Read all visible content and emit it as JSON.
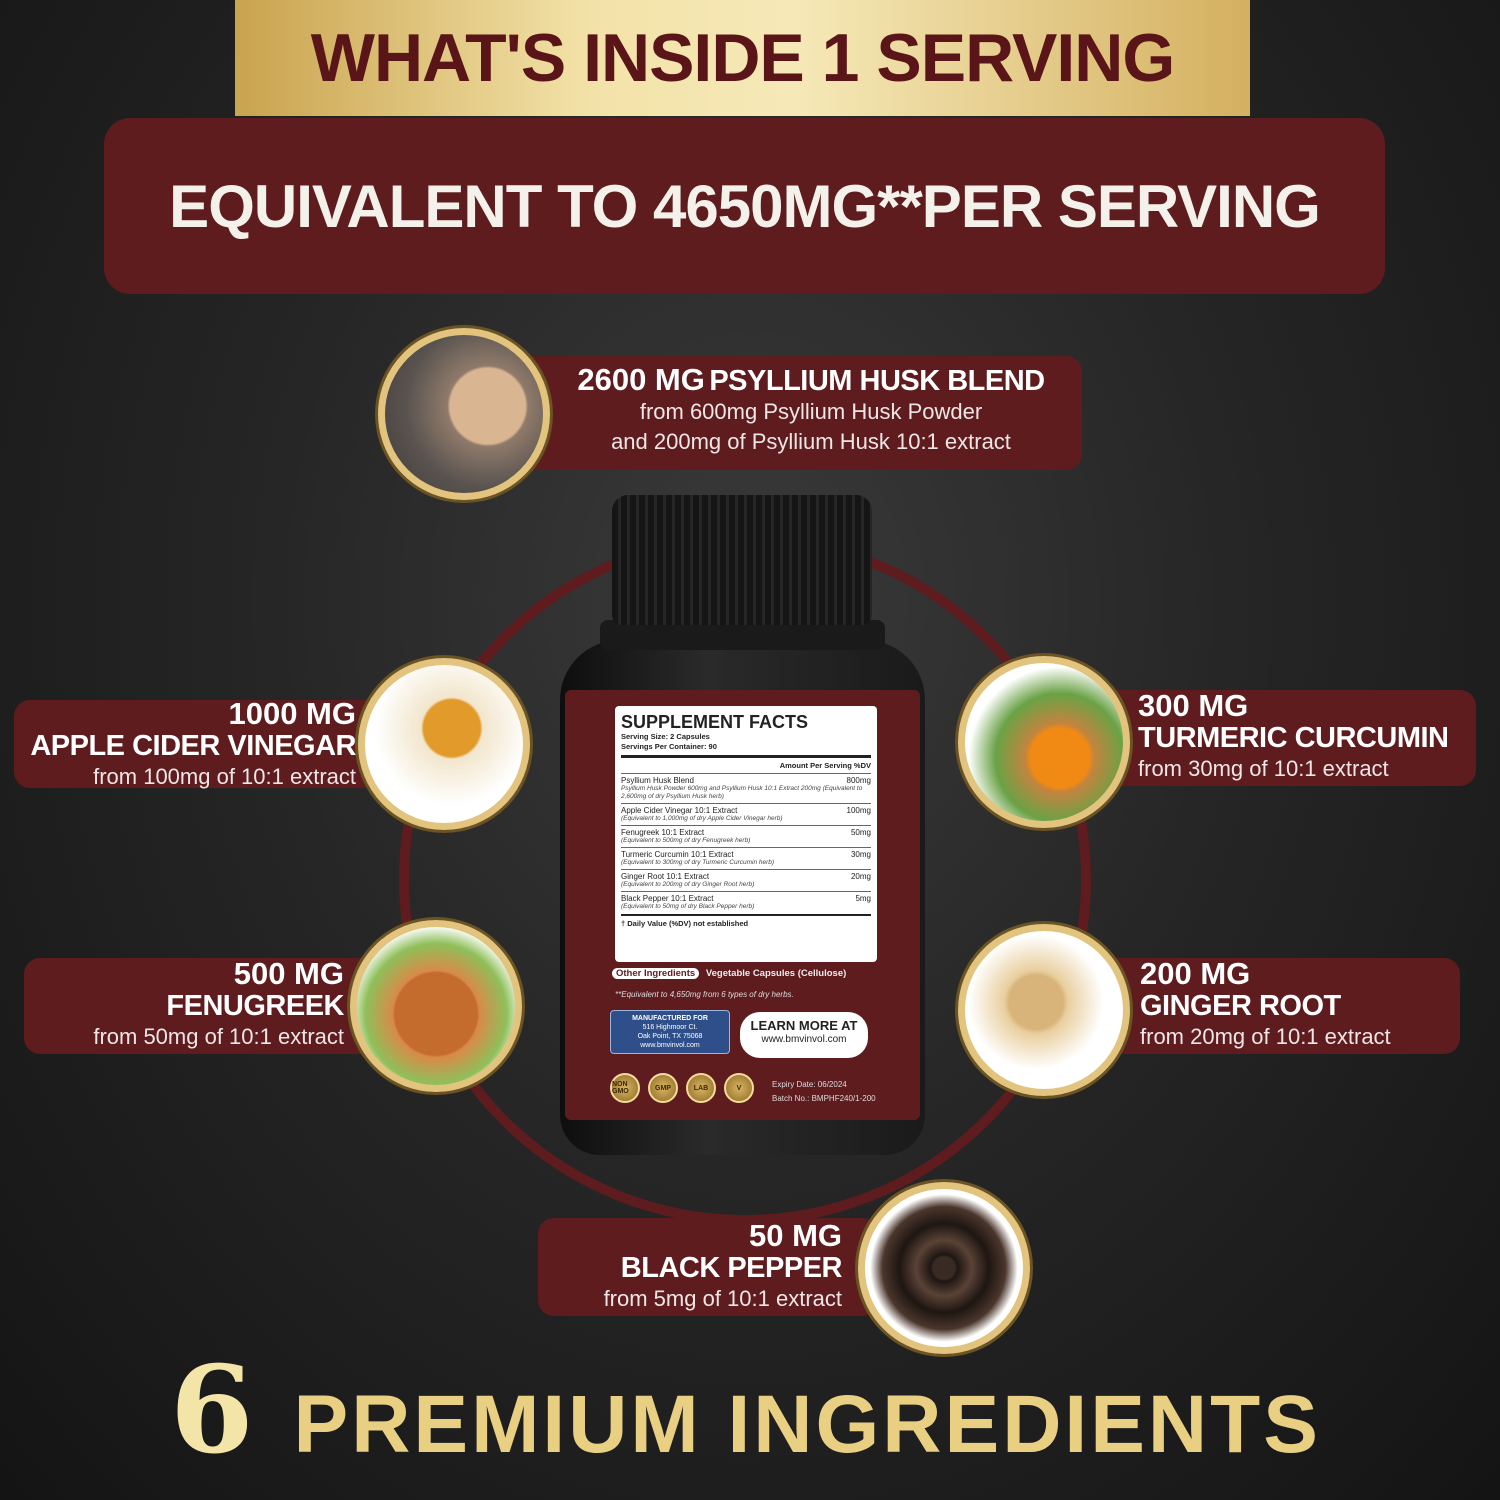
{
  "header": {
    "title": "WHAT'S INSIDE 1 SERVING",
    "equivalent": "EQUIVALENT TO 4650MG**PER SERVING"
  },
  "ingredients": {
    "psyllium": {
      "amount": "2600 MG",
      "name": "PSYLLIUM HUSK BLEND",
      "from_line1": "from 600mg Psyllium Husk Powder",
      "from_line2": "and 200mg of Psyllium Husk 10:1 extract"
    },
    "acv": {
      "amount": "1000 MG",
      "name": "APPLE CIDER VINEGAR",
      "from": "from 100mg of 10:1 extract"
    },
    "fenugreek": {
      "amount": "500 MG",
      "name": "FENUGREEK",
      "from": "from 50mg of 10:1 extract"
    },
    "turmeric": {
      "amount": "300 MG",
      "name": "TURMERIC CURCUMIN",
      "from": "from 30mg of 10:1 extract"
    },
    "ginger": {
      "amount": "200 MG",
      "name": "GINGER ROOT",
      "from": "from 20mg of 10:1 extract"
    },
    "pepper": {
      "amount": "50 MG",
      "name": "BLACK PEPPER",
      "from": "from 5mg of 10:1 extract"
    }
  },
  "label": {
    "title": "SUPPLEMENT FACTS",
    "serving_size": "Serving Size: 2 Capsules",
    "servings_per": "Servings Per Container: 90",
    "amount_header": "Amount Per Serving  %DV",
    "rows": [
      {
        "name": "Psyllium Husk Blend",
        "amount": "800mg",
        "sub": "Psyllium Husk Powder 600mg and Psyllium Husk 10:1 Extract 200mg (Equivalent to 2,600mg of dry Psyllium Husk herb)"
      },
      {
        "name": "Apple Cider Vinegar 10:1 Extract",
        "amount": "100mg",
        "sub": "(Equivalent to 1,000mg of dry Apple Cider Vinegar herb)"
      },
      {
        "name": "Fenugreek 10:1 Extract",
        "amount": "50mg",
        "sub": "(Equivalent to 500mg of dry Fenugreek herb)"
      },
      {
        "name": "Turmeric Curcumin 10:1 Extract",
        "amount": "30mg",
        "sub": "(Equivalent to 300mg of dry Turmeric Curcumin herb)"
      },
      {
        "name": "Ginger Root 10:1 Extract",
        "amount": "20mg",
        "sub": "(Equivalent to 200mg of dry Ginger Root herb)"
      },
      {
        "name": "Black Pepper 10:1 Extract",
        "amount": "5mg",
        "sub": "(Equivalent to 50mg of dry Black Pepper herb)"
      }
    ],
    "dv_note": "† Daily Value (%DV) not established",
    "other_label": "Other Ingredients",
    "other_value": "Vegetable Capsules (Cellulose)",
    "equiv_note": "**Equivalent to 4,650mg from 6 types of dry herbs.",
    "mfg_line1": "MANUFACTURED FOR",
    "mfg_line2": "516 Highmoor Ct.",
    "mfg_line3": "Oak Point, TX 75068",
    "mfg_line4": "www.bmvinvol.com",
    "learn_line1": "LEARN MORE AT",
    "learn_line2": "www.bmvinvol.com",
    "expiry": "Expiry Date: 06/2024",
    "batch": "Batch No.: BMPHF240/1-200",
    "badges": [
      "NON GMO",
      "GMP",
      "LAB",
      "V"
    ]
  },
  "footer": {
    "number": "6",
    "text": "PREMIUM INGREDIENTS"
  },
  "colors": {
    "maroon": "#5e1c1f",
    "gold": "#e2c47e",
    "background": "#262626"
  }
}
